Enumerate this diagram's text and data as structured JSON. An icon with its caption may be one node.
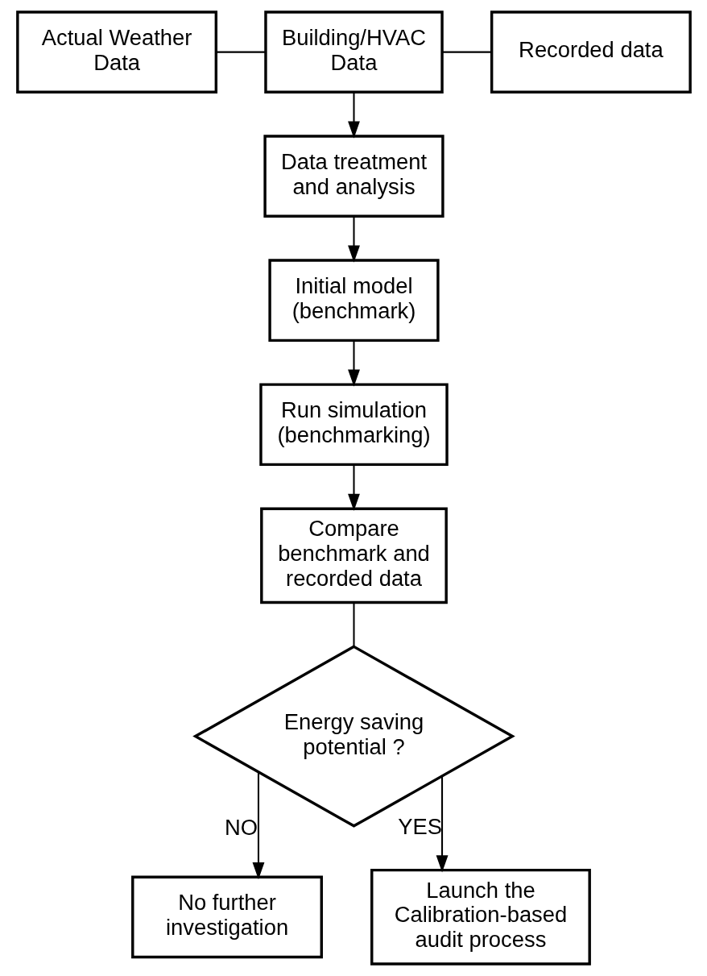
{
  "diagram": {
    "nodes": [
      {
        "text": [
          "Actual Weather Data"
        ]
      },
      {
        "text": [
          "Building/HVAC Data"
        ]
      },
      {
        "text": [
          "Recorded data"
        ]
      },
      {
        "text": [
          "Data treatment and analysis"
        ]
      },
      {
        "text": [
          "Initial model (benchmark)"
        ]
      },
      {
        "text": [
          "Run simulation (benchmarking)"
        ]
      },
      {
        "text": [
          "Compare benchmark and recorded data"
        ]
      },
      {
        "text": [
          "Energy saving potential ?"
        ]
      },
      {
        "text": [
          "No further investigation"
        ]
      },
      {
        "text": [
          "Launch the Calibration-based audit process"
        ]
      }
    ],
    "edges": [
      {
        "from": 0,
        "to": 1,
        "arrow": "none"
      },
      {
        "from": 1,
        "to": 2,
        "arrow": "none"
      },
      {
        "from": 1,
        "to": 3,
        "arrow": "to"
      },
      {
        "from": 3,
        "to": 4,
        "arrow": "to"
      },
      {
        "from": 4,
        "to": 5,
        "arrow": "to"
      },
      {
        "from": 5,
        "to": 6,
        "arrow": "to"
      },
      {
        "from": 6,
        "to": 7,
        "arrow": "none"
      },
      {
        "from": 7,
        "to": 8,
        "label": "NO",
        "arrow": "to"
      },
      {
        "from": 7,
        "to": 9,
        "label": "YES",
        "arrow": "to"
      }
    ]
  }
}
